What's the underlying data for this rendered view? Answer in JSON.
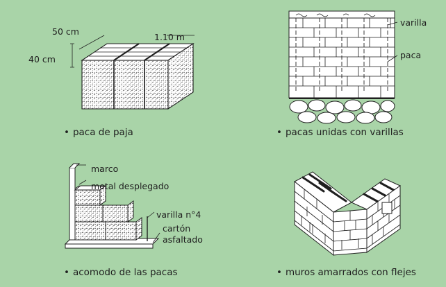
{
  "panels": {
    "bale": {
      "dim_width": "50 cm",
      "dim_length": "1.10 m",
      "dim_height": "40 cm",
      "caption": "paca de paja"
    },
    "wall": {
      "label_rod": "varilla",
      "label_bale": "paca",
      "caption": "pacas unidas con varillas"
    },
    "stack": {
      "label_frame": "marco",
      "label_mesh": "metal desplegado",
      "label_rod": "varilla n°4",
      "label_board_1": "cartón",
      "label_board_2": "asfaltado",
      "caption": "acomodo de las pacas"
    },
    "corner": {
      "caption": "muros amarrados con flejes"
    }
  },
  "bullet": "•",
  "colors": {
    "background": "#a9d4a8",
    "ink": "#1f1f1f"
  }
}
